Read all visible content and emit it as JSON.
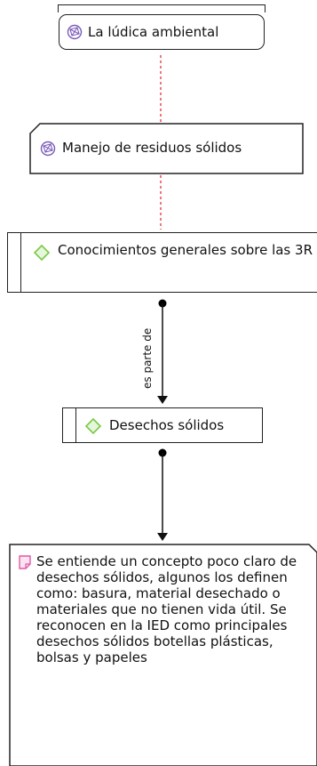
{
  "nodes": {
    "ludica": {
      "label": "La lúdica ambiental",
      "icon": "network-icon"
    },
    "residuos": {
      "label": "Manejo de residuos sólidos",
      "icon": "network-icon"
    },
    "conocimientos": {
      "label": "Conocimientos generales sobre las 3R",
      "icon": "diamond-code-icon"
    },
    "desechos": {
      "label": "Desechos sólidos",
      "icon": "diamond-code-icon"
    },
    "memo": {
      "label": "Se entiende un concepto poco claro de desechos sólidos, algunos los definen como: basura, material desechado o materiales que no tienen vida útil. Se reconocen en la IED como principales desechos sólidos botellas plásticas, bolsas y papeles",
      "icon": "memo-icon"
    }
  },
  "edges": {
    "relation_label": "es parte de"
  },
  "colors": {
    "network_icon": "#7a5ab8",
    "code_icon": "#7ac943",
    "memo_icon": "#e05aa6",
    "dashed_link": "#e0202a"
  }
}
